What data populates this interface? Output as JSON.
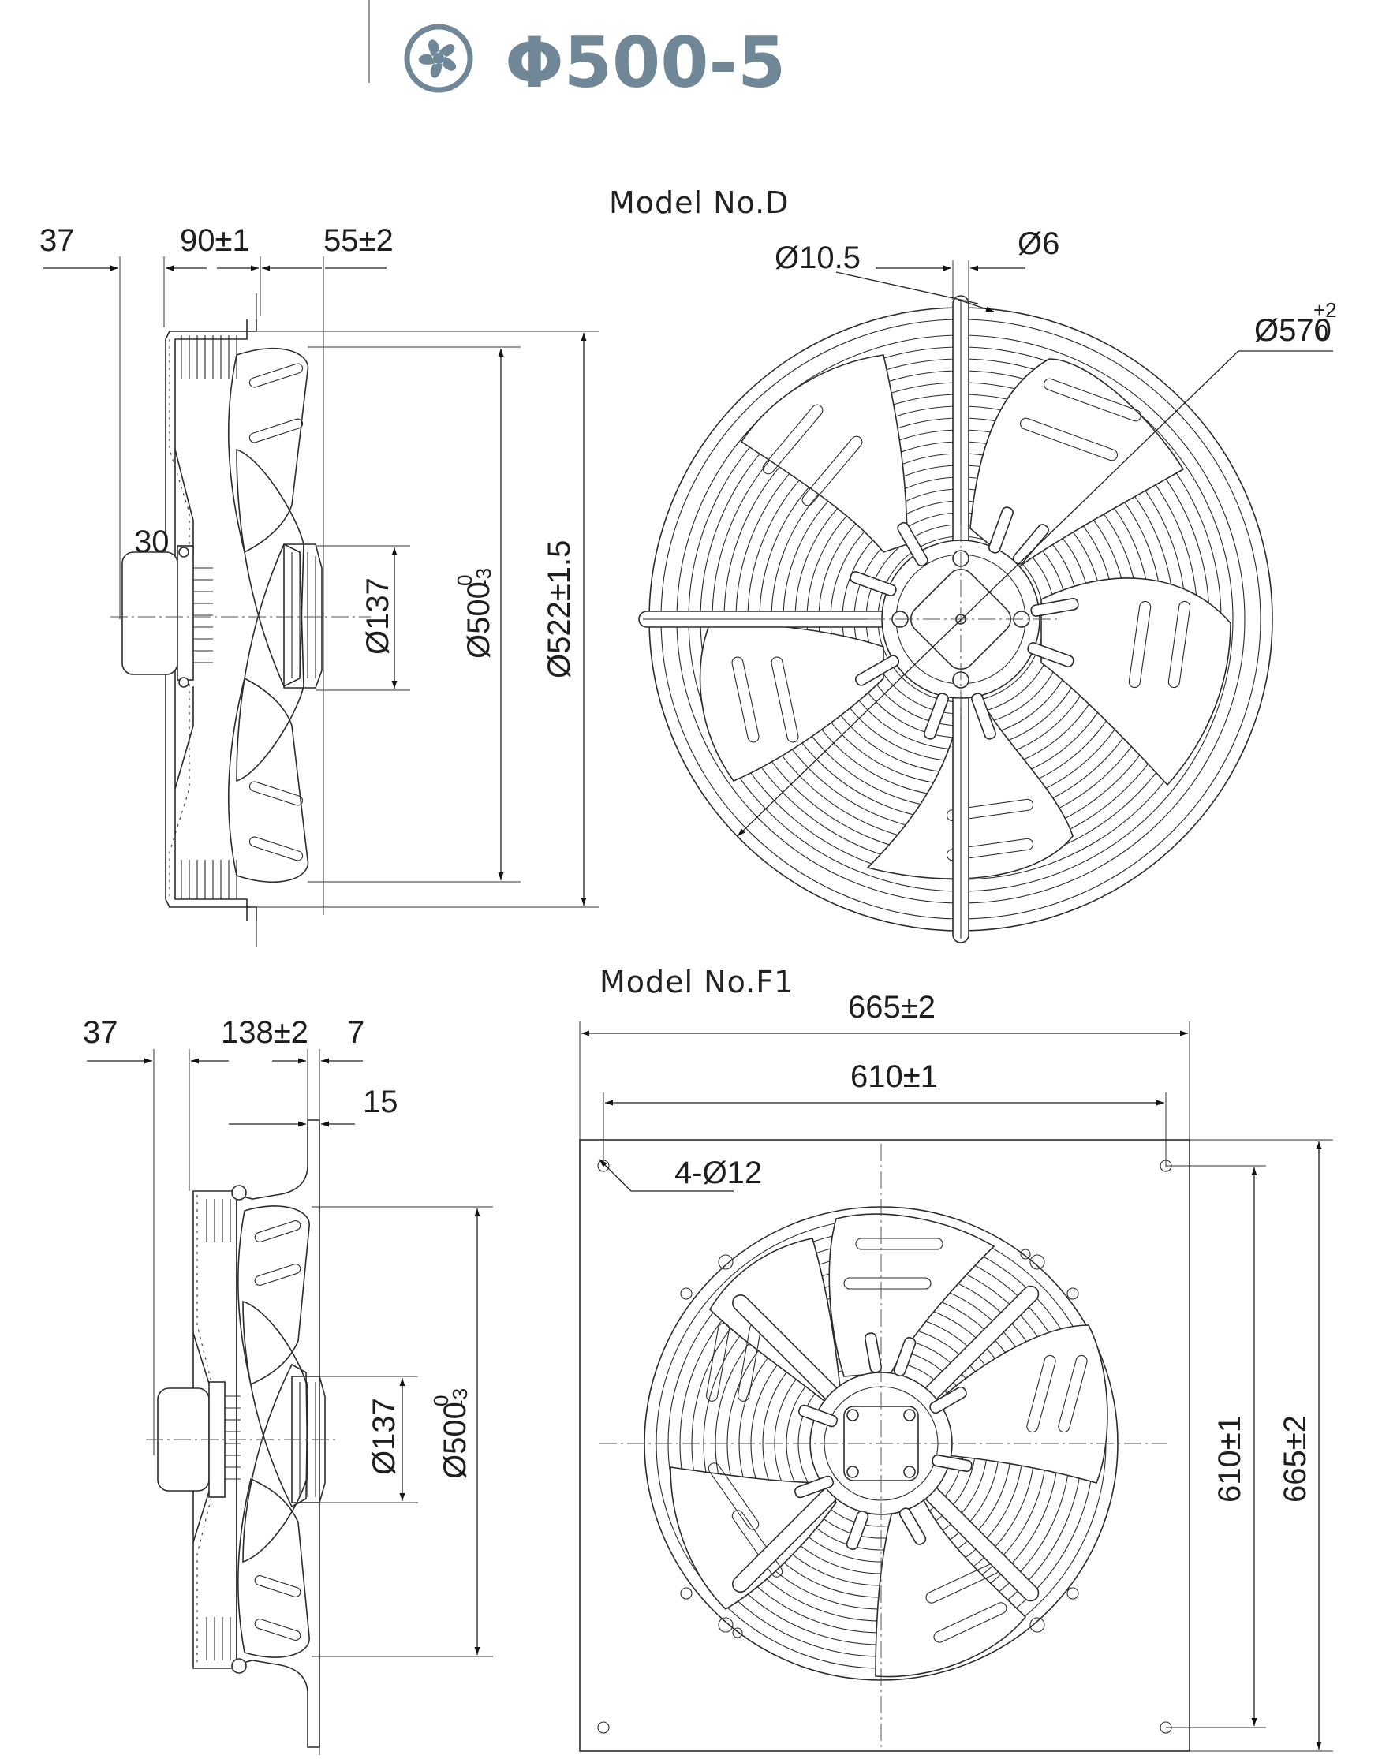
{
  "header": {
    "title": "Φ500-5",
    "accent_color": "#6f8796",
    "icon": "fan-icon"
  },
  "view_d": {
    "model_label": "Model No.D",
    "side": {
      "dim_top_1": "37",
      "dim_top_2": "90±1",
      "dim_top_3": "55±2",
      "dim_motor": "30",
      "dim_hub": "Ø137",
      "dim_blade": "Ø500",
      "dim_blade_tol_upper": "0",
      "dim_blade_tol_lower": "-3",
      "dim_guard": "Ø522±1.5"
    },
    "front": {
      "dim_hole": "Ø10.5",
      "dim_rod": "Ø6",
      "dim_outer": "Ø570",
      "dim_outer_tol_upper": "+2",
      "dim_outer_tol_lower": "0"
    }
  },
  "view_f1": {
    "model_label": "Model No.F1",
    "side": {
      "dim_top_1": "37",
      "dim_top_2": "138±2",
      "dim_top_3": "7",
      "dim_flange": "15",
      "dim_hub": "Ø137",
      "dim_blade": "Ø500",
      "dim_blade_tol_upper": "0",
      "dim_blade_tol_lower": "-3"
    },
    "front": {
      "dim_outer_width": "665±2",
      "dim_hole_spacing_width": "610±1",
      "dim_holes": "4-Ø12",
      "dim_hole_spacing_height": "610±1",
      "dim_outer_height": "665±2"
    }
  }
}
